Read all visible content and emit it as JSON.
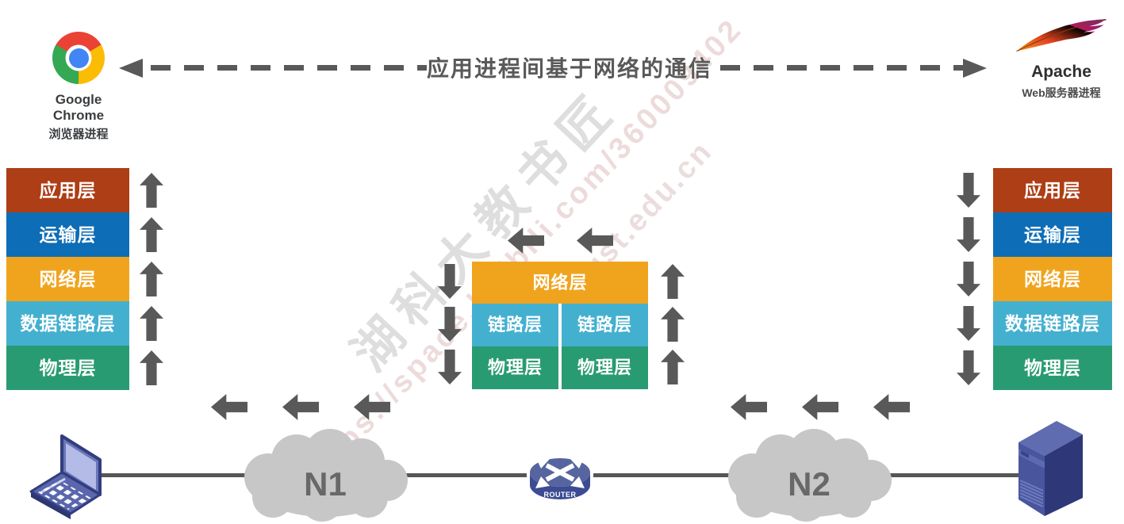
{
  "header": {
    "title": "应用进程间基于网络的通信",
    "chrome": {
      "name": "Google Chrome",
      "role": "浏览器进程"
    },
    "apache": {
      "name": "Apache",
      "role": "Web服务器进程"
    }
  },
  "layers": [
    {
      "label": "应用层",
      "color": "#ad3e16"
    },
    {
      "label": "运输层",
      "color": "#0d6db6"
    },
    {
      "label": "网络层",
      "color": "#f0a41e"
    },
    {
      "label": "数据链路层",
      "color": "#44b0d0"
    },
    {
      "label": "物理层",
      "color": "#299b72"
    }
  ],
  "router_stack": {
    "network": "网络层",
    "link_left": "链路层",
    "link_right": "链路层",
    "physical_left": "物理层",
    "physical_right": "物理层"
  },
  "bottom": {
    "cloud1": "N1",
    "cloud2": "N2",
    "router_label": "ROUTER"
  },
  "watermark": {
    "lines": [
      "https://space.bilibili.com/360009402",
      "湖科大教书匠",
      "hnust.edu.cn"
    ]
  },
  "colors": {
    "arrow": "#595959",
    "title_text": "#595959",
    "dashed_line": "#595959",
    "cloud": "#c7c7c7",
    "cloud_text": "#686868",
    "network_line": "#565656",
    "chrome_red": "#ea4335",
    "chrome_yellow": "#fbbc05",
    "chrome_green": "#34a853",
    "chrome_blue": "#4285f4"
  }
}
